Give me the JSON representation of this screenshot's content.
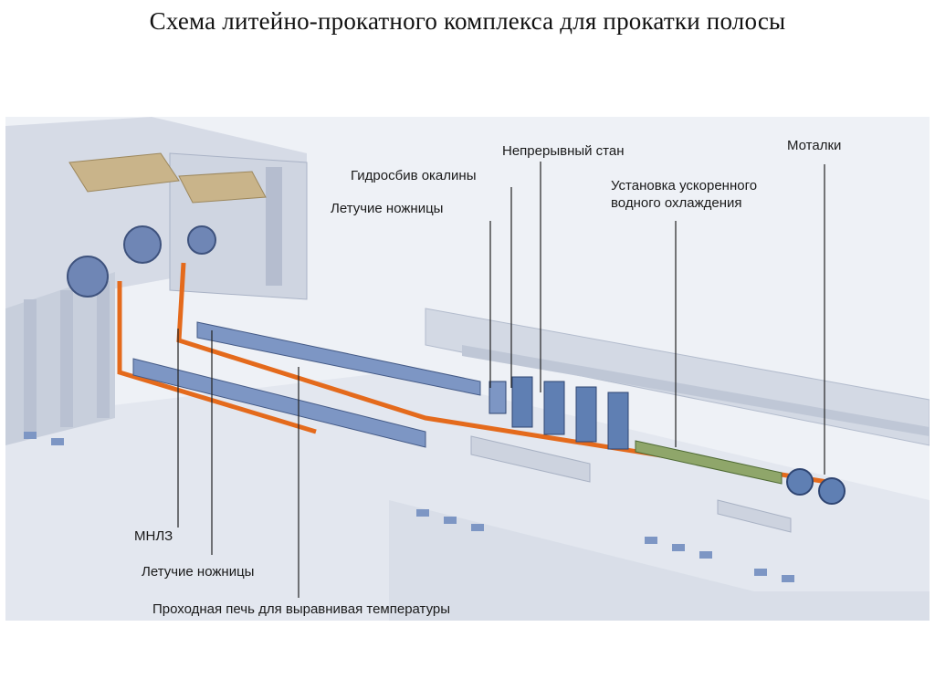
{
  "title": "Схема литейно-прокатного комплекса для прокатки полосы",
  "labels": {
    "continuous_mill": "Непрерывный стан",
    "coilers": "Моталки",
    "descaling": "Гидросбив окалины",
    "accelerated_cooling": "Установка ускоренного\nводного охлаждения",
    "flying_shears_top": "Летучие ножницы",
    "ccm": "МНЛЗ",
    "flying_shears_bottom": "Летучие ножницы",
    "tunnel_furnace": "Проходная печь для выравнивая температуры"
  },
  "colors": {
    "hall": "#dfe4ee",
    "hall_shadow": "#b9c1d2",
    "crane": "#c9b48a",
    "strand": "#e46a1c",
    "equipment": "#5f7fb3",
    "leader": "#222222"
  }
}
